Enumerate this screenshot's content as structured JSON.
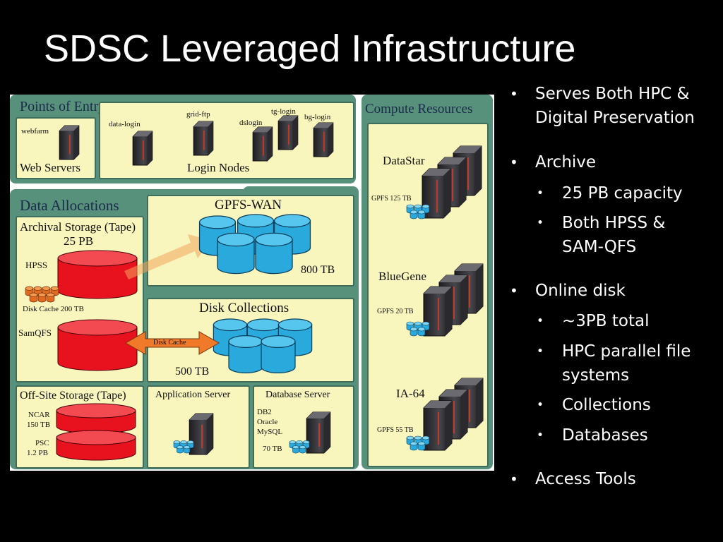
{
  "slide": {
    "title": "SDSC Leveraged Infrastructure"
  },
  "diagram": {
    "points_of_entry": {
      "title": "Points of Entry",
      "web_servers": {
        "item": "webfarm",
        "label": "Web Servers"
      },
      "login_nodes": {
        "label": "Login Nodes",
        "items": [
          "data-login",
          "grid-ftp",
          "dslogin",
          "tg-login",
          "bg-login"
        ]
      }
    },
    "compute_resources": {
      "title": "Compute Resources",
      "systems": [
        {
          "name": "DataStar",
          "storage": "GPFS 125 TB"
        },
        {
          "name": "BlueGene",
          "storage": "GPFS 20 TB"
        },
        {
          "name": "IA-64",
          "storage": "GPFS 55 TB"
        }
      ]
    },
    "data_allocations": {
      "title": "Data Allocations",
      "archival": {
        "title": "Archival Storage (Tape)",
        "capacity": "25 PB",
        "hpss": "HPSS",
        "disk_cache": "Disk Cache  200 TB",
        "samqfs": "SamQFS"
      },
      "gpfs_wan": {
        "title": "GPFS-WAN",
        "size": "800 TB"
      },
      "disk_collections": {
        "title": "Disk Collections",
        "size": "500 TB",
        "arrow_label": "Disk Cache"
      },
      "offsite": {
        "title": "Off-Site Storage (Tape)",
        "sites": [
          {
            "name": "NCAR",
            "size": "150 TB"
          },
          {
            "name": "PSC",
            "size": "1.2 PB"
          }
        ]
      },
      "app_server": {
        "title": "Application Server"
      },
      "db_server": {
        "title": "Database Server",
        "databases": [
          "DB2",
          "Oracle",
          "MySQL"
        ],
        "size": "70 TB"
      }
    }
  },
  "bullets": [
    {
      "level": 1,
      "text": "Serves Both HPC & Digital Preservation"
    },
    {
      "level": 1,
      "text": "Archive"
    },
    {
      "level": 2,
      "text": "25 PB capacity"
    },
    {
      "level": 2,
      "text": "Both HPSS & SAM-QFS"
    },
    {
      "level": 1,
      "text": "Online disk"
    },
    {
      "level": 2,
      "text": "~3PB total"
    },
    {
      "level": 2,
      "text": "HPC parallel file systems"
    },
    {
      "level": 2,
      "text": "Collections"
    },
    {
      "level": 2,
      "text": "Databases"
    },
    {
      "level": 1,
      "text": "Access Tools"
    }
  ],
  "colors": {
    "panel": "#57907b",
    "box": "#f8f5bd",
    "tape": "#e8121f",
    "disk": "#2aa9dc",
    "server": "#2f2f33"
  },
  "icons": [
    "server-icon",
    "tape-cylinder-icon",
    "disk-stack-icon",
    "bullet-icon"
  ]
}
